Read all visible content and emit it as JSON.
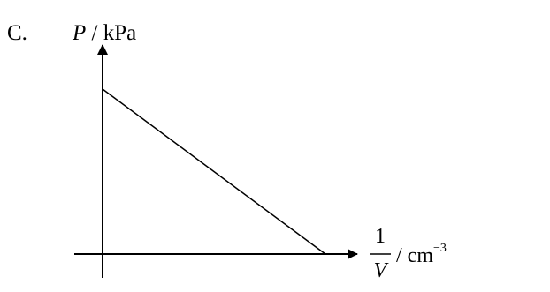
{
  "option_letter": "C.",
  "chart_data": {
    "type": "line",
    "ylabel": {
      "symbol": "P",
      "separator": " / ",
      "unit": "kPa"
    },
    "xlabel": {
      "numerator": "1",
      "denominator": "V",
      "separator": " / ",
      "unit": "cm",
      "unit_exponent": "−3"
    },
    "tick_labels_shown": false,
    "grid": false,
    "series": [
      {
        "description_free": true,
        "points_normalized_to_axes": [
          {
            "x": 0.0,
            "y": 1.0
          },
          {
            "x": 1.0,
            "y": 0.0
          }
        ]
      }
    ],
    "line_color": "#000000"
  }
}
